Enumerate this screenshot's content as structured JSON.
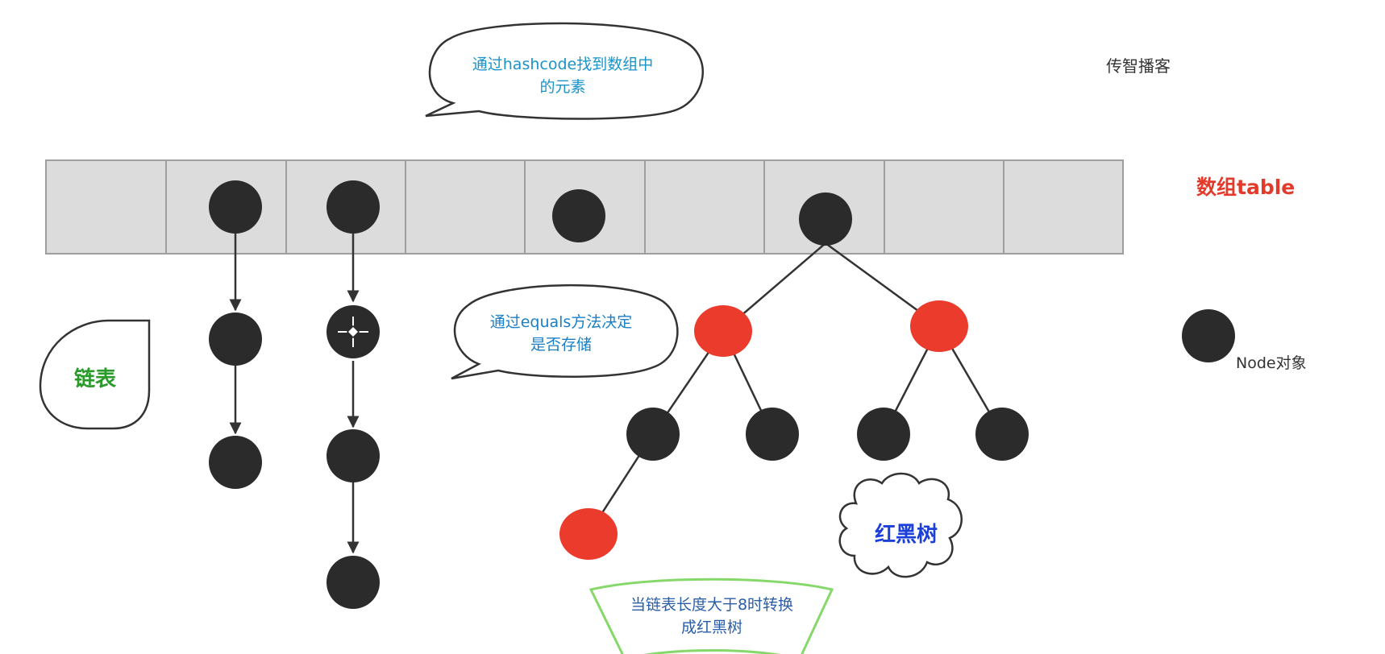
{
  "watermark": "传智播客",
  "array_label": "数组table",
  "node_legend_label": "Node对象",
  "callout_hashcode": {
    "line1": "通过hashcode找到数组中",
    "line2": "的元素"
  },
  "callout_equals": {
    "line1": "通过equals方法决定",
    "line2": "是否存储"
  },
  "linked_list_label": "链表",
  "rbtree_label": "红黑树",
  "convert_note": {
    "line1": "当链表长度大于8时转换",
    "line2": "成红黑树"
  },
  "colors": {
    "node_black": "#2b2b2b",
    "node_red": "#ea3b2d",
    "array_fill": "#dcdcdc",
    "array_border": "#9e9e9e",
    "callout_text": "#1a93c9",
    "equals_text": "#1a7fc4",
    "array_label": "#e23b2b",
    "linked_list_label": "#2a9a2a",
    "rbtree_label": "#1b3fd8",
    "convert_border": "#86d86a",
    "convert_text": "#2a5ea8"
  }
}
